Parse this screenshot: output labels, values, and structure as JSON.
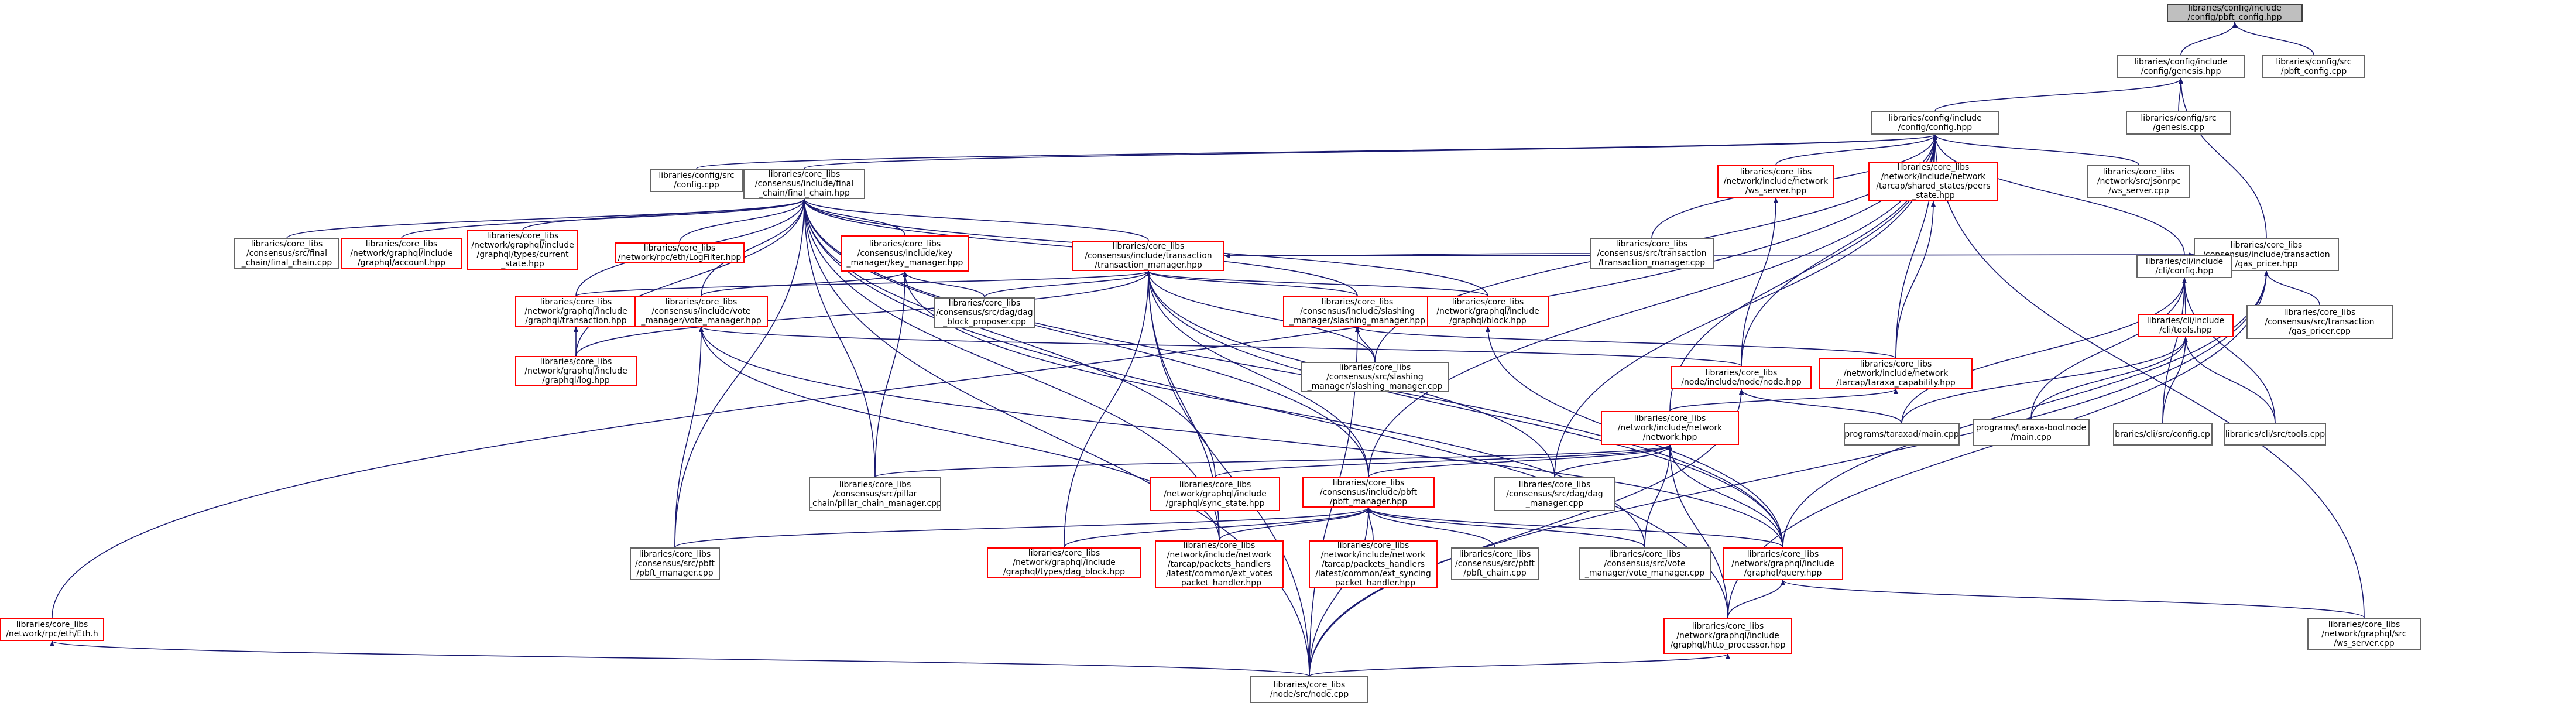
{
  "graph": {
    "edge_color": "#191970",
    "nodes": [
      {
        "id": "root",
        "lines": [
          "libraries/config/include",
          "/config/pbft_config.hpp"
        ],
        "style": "root"
      },
      {
        "id": "genesis_hpp",
        "lines": [
          "libraries/config/include",
          "/config/genesis.hpp"
        ],
        "style": "normal"
      },
      {
        "id": "pbft_config_cpp",
        "lines": [
          "libraries/config/src",
          "/pbft_config.cpp"
        ],
        "style": "normal"
      },
      {
        "id": "config_hpp",
        "lines": [
          "libraries/config/include",
          "/config/config.hpp"
        ],
        "style": "normal"
      },
      {
        "id": "genesis_cpp",
        "lines": [
          "libraries/config/src",
          "/genesis.cpp"
        ],
        "style": "normal"
      },
      {
        "id": "config_cpp",
        "lines": [
          "libraries/config/src",
          "/config.cpp"
        ],
        "style": "normal"
      },
      {
        "id": "final_chain_hpp",
        "lines": [
          "libraries/core_libs",
          "/consensus/include/final",
          "_chain/final_chain.hpp"
        ],
        "style": "normal"
      },
      {
        "id": "ws_server_hpp",
        "lines": [
          "libraries/core_libs",
          "/network/include/network",
          "/ws_server.hpp"
        ],
        "style": "red"
      },
      {
        "id": "peers_state_hpp",
        "lines": [
          "libraries/core_libs",
          "/network/include/network",
          "/tarcap/shared_states/peers",
          "_state.hpp"
        ],
        "style": "red"
      },
      {
        "id": "jsonrpc_ws_cpp",
        "lines": [
          "libraries/core_libs",
          "/network/src/jsonrpc",
          "/ws_server.cpp"
        ],
        "style": "normal"
      },
      {
        "id": "gas_pricer_hpp",
        "lines": [
          "libraries/core_libs",
          "/consensus/include/transaction",
          "/gas_pricer.hpp"
        ],
        "style": "normal"
      },
      {
        "id": "final_chain_cpp",
        "lines": [
          "libraries/core_libs",
          "/consensus/src/final",
          "_chain/final_chain.cpp"
        ],
        "style": "normal"
      },
      {
        "id": "account_hpp",
        "lines": [
          "libraries/core_libs",
          "/network/graphql/include",
          "/graphql/account.hpp"
        ],
        "style": "red"
      },
      {
        "id": "current_state_hpp",
        "lines": [
          "libraries/core_libs",
          "/network/graphql/include",
          "/graphql/types/current",
          "_state.hpp"
        ],
        "style": "red"
      },
      {
        "id": "logfilter_hpp",
        "lines": [
          "libraries/core_libs",
          "/network/rpc/eth/LogFilter.hpp"
        ],
        "style": "red"
      },
      {
        "id": "key_manager_hpp",
        "lines": [
          "libraries/core_libs",
          "/consensus/include/key",
          "_manager/key_manager.hpp"
        ],
        "style": "red"
      },
      {
        "id": "tx_manager_hpp",
        "lines": [
          "libraries/core_libs",
          "/consensus/include/transaction",
          "/transaction_manager.hpp"
        ],
        "style": "red"
      },
      {
        "id": "tx_manager_cpp",
        "lines": [
          "libraries/core_libs",
          "/consensus/src/transaction",
          "/transaction_manager.cpp"
        ],
        "style": "normal"
      },
      {
        "id": "cli_config_hpp",
        "lines": [
          "libraries/cli/include",
          "/cli/config.hpp"
        ],
        "style": "normal"
      },
      {
        "id": "gas_pricer_cpp",
        "lines": [
          "libraries/core_libs",
          "/consensus/src/transaction",
          "/gas_pricer.cpp"
        ],
        "style": "normal"
      },
      {
        "id": "graphql_tx_hpp",
        "lines": [
          "libraries/core_libs",
          "/network/graphql/include",
          "/graphql/transaction.hpp"
        ],
        "style": "red"
      },
      {
        "id": "vote_manager_hpp",
        "lines": [
          "libraries/core_libs",
          "/consensus/include/vote",
          "_manager/vote_manager.hpp"
        ],
        "style": "red"
      },
      {
        "id": "dag_block_proposer_cpp",
        "lines": [
          "libraries/core_libs",
          "/consensus/src/dag/dag",
          "_block_proposer.cpp"
        ],
        "style": "normal"
      },
      {
        "id": "slashing_manager_hpp",
        "lines": [
          "libraries/core_libs",
          "/consensus/include/slashing",
          "_manager/slashing_manager.hpp"
        ],
        "style": "red"
      },
      {
        "id": "graphql_block_hpp",
        "lines": [
          "libraries/core_libs",
          "/network/graphql/include",
          "/graphql/block.hpp"
        ],
        "style": "red"
      },
      {
        "id": "cli_tools_hpp",
        "lines": [
          "libraries/cli/include",
          "/cli/tools.hpp"
        ],
        "style": "red"
      },
      {
        "id": "graphql_log_hpp",
        "lines": [
          "libraries/core_libs",
          "/network/graphql/include",
          "/graphql/log.hpp"
        ],
        "style": "red"
      },
      {
        "id": "slashing_manager_cpp",
        "lines": [
          "libraries/core_libs",
          "/consensus/src/slashing",
          "_manager/slashing_manager.cpp"
        ],
        "style": "normal"
      },
      {
        "id": "node_hpp",
        "lines": [
          "libraries/core_libs",
          "/node/include/node/node.hpp"
        ],
        "style": "red"
      },
      {
        "id": "taraxa_capability_hpp",
        "lines": [
          "libraries/core_libs",
          "/network/include/network",
          "/tarcap/taraxa_capability.hpp"
        ],
        "style": "red"
      },
      {
        "id": "taraxad_main_cpp",
        "lines": [
          "programs/taraxad/main.cpp"
        ],
        "style": "normal"
      },
      {
        "id": "bootnode_main_cpp",
        "lines": [
          "programs/taraxa-bootnode",
          "/main.cpp"
        ],
        "style": "normal"
      },
      {
        "id": "cli_config_cpp",
        "lines": [
          "libraries/cli/src/config.cpp"
        ],
        "style": "normal"
      },
      {
        "id": "cli_tools_cpp",
        "lines": [
          "libraries/cli/src/tools.cpp"
        ],
        "style": "normal"
      },
      {
        "id": "network_hpp",
        "lines": [
          "libraries/core_libs",
          "/network/include/network",
          "/network.hpp"
        ],
        "style": "red"
      },
      {
        "id": "pillar_chain_manager_cpp",
        "lines": [
          "libraries/core_libs",
          "/consensus/src/pillar",
          "_chain/pillar_chain_manager.cpp"
        ],
        "style": "normal"
      },
      {
        "id": "sync_state_hpp",
        "lines": [
          "libraries/core_libs",
          "/network/graphql/include",
          "/graphql/sync_state.hpp"
        ],
        "style": "red"
      },
      {
        "id": "pbft_manager_hpp",
        "lines": [
          "libraries/core_libs",
          "/consensus/include/pbft",
          "/pbft_manager.hpp"
        ],
        "style": "red"
      },
      {
        "id": "dag_manager_cpp",
        "lines": [
          "libraries/core_libs",
          "/consensus/src/dag/dag",
          "_manager.cpp"
        ],
        "style": "normal"
      },
      {
        "id": "eth_face_h",
        "lines": [
          "libraries/core_libs",
          "/network/rpc/eth/Eth.h"
        ],
        "style": "red"
      },
      {
        "id": "pbft_manager_cpp",
        "lines": [
          "libraries/core_libs",
          "/consensus/src/pbft",
          "/pbft_manager.cpp"
        ],
        "style": "normal"
      },
      {
        "id": "dag_block_hpp",
        "lines": [
          "libraries/core_libs",
          "/network/graphql/include",
          "/graphql/types/dag_block.hpp"
        ],
        "style": "red"
      },
      {
        "id": "ext_votes_handler_hpp",
        "lines": [
          "libraries/core_libs",
          "/network/include/network",
          "/tarcap/packets_handlers",
          "/latest/common/ext_votes",
          "_packet_handler.hpp"
        ],
        "style": "red"
      },
      {
        "id": "ext_syncing_handler_hpp",
        "lines": [
          "libraries/core_libs",
          "/network/include/network",
          "/tarcap/packets_handlers",
          "/latest/common/ext_syncing",
          "_packet_handler.hpp"
        ],
        "style": "red"
      },
      {
        "id": "pbft_chain_cpp",
        "lines": [
          "libraries/core_libs",
          "/consensus/src/pbft",
          "/pbft_chain.cpp"
        ],
        "style": "normal"
      },
      {
        "id": "vote_manager_cpp",
        "lines": [
          "libraries/core_libs",
          "/consensus/src/vote",
          "_manager/vote_manager.cpp"
        ],
        "style": "normal"
      },
      {
        "id": "graphql_query_hpp",
        "lines": [
          "libraries/core_libs",
          "/network/graphql/include",
          "/graphql/query.hpp"
        ],
        "style": "red"
      },
      {
        "id": "graphql_ws_cpp",
        "lines": [
          "libraries/core_libs",
          "/network/graphql/src",
          "/ws_server.cpp"
        ],
        "style": "normal"
      },
      {
        "id": "http_processor_hpp",
        "lines": [
          "libraries/core_libs",
          "/network/graphql/include",
          "/graphql/http_processor.hpp"
        ],
        "style": "red"
      },
      {
        "id": "node_cpp",
        "lines": [
          "libraries/core_libs",
          "/node/src/node.cpp"
        ],
        "style": "normal"
      }
    ],
    "edges": [
      [
        "genesis_hpp",
        "root"
      ],
      [
        "pbft_config_cpp",
        "root"
      ],
      [
        "config_hpp",
        "genesis_hpp"
      ],
      [
        "genesis_cpp",
        "genesis_hpp"
      ],
      [
        "gas_pricer_hpp",
        "genesis_hpp"
      ],
      [
        "config_cpp",
        "config_hpp"
      ],
      [
        "final_chain_hpp",
        "config_hpp"
      ],
      [
        "ws_server_hpp",
        "config_hpp"
      ],
      [
        "peers_state_hpp",
        "config_hpp"
      ],
      [
        "jsonrpc_ws_cpp",
        "config_hpp"
      ],
      [
        "cli_config_hpp",
        "config_hpp"
      ],
      [
        "node_hpp",
        "config_hpp"
      ],
      [
        "taraxa_capability_hpp",
        "config_hpp"
      ],
      [
        "network_hpp",
        "config_hpp"
      ],
      [
        "tx_manager_cpp",
        "config_hpp"
      ],
      [
        "pbft_manager_hpp",
        "config_hpp"
      ],
      [
        "slashing_manager_cpp",
        "config_hpp"
      ],
      [
        "graphql_ws_cpp",
        "config_hpp"
      ],
      [
        "dag_manager_cpp",
        "config_hpp"
      ],
      [
        "eth_face_h",
        "config_hpp"
      ],
      [
        "final_chain_cpp",
        "final_chain_hpp"
      ],
      [
        "account_hpp",
        "final_chain_hpp"
      ],
      [
        "current_state_hpp",
        "final_chain_hpp"
      ],
      [
        "logfilter_hpp",
        "final_chain_hpp"
      ],
      [
        "key_manager_hpp",
        "final_chain_hpp"
      ],
      [
        "tx_manager_hpp",
        "final_chain_hpp"
      ],
      [
        "graphql_tx_hpp",
        "final_chain_hpp"
      ],
      [
        "vote_manager_hpp",
        "final_chain_hpp"
      ],
      [
        "graphql_log_hpp",
        "final_chain_hpp"
      ],
      [
        "slashing_manager_hpp",
        "final_chain_hpp"
      ],
      [
        "graphql_block_hpp",
        "final_chain_hpp"
      ],
      [
        "pillar_chain_manager_cpp",
        "final_chain_hpp"
      ],
      [
        "pbft_manager_hpp",
        "final_chain_hpp"
      ],
      [
        "pbft_manager_cpp",
        "final_chain_hpp"
      ],
      [
        "node_cpp",
        "final_chain_hpp"
      ],
      [
        "ext_votes_handler_hpp",
        "final_chain_hpp"
      ],
      [
        "graphql_query_hpp",
        "final_chain_hpp"
      ],
      [
        "sync_state_hpp",
        "final_chain_hpp"
      ],
      [
        "http_processor_hpp",
        "final_chain_hpp"
      ],
      [
        "vote_manager_hpp",
        "key_manager_hpp"
      ],
      [
        "dag_block_proposer_cpp",
        "key_manager_hpp"
      ],
      [
        "pillar_chain_manager_cpp",
        "key_manager_hpp"
      ],
      [
        "vote_manager_cpp",
        "key_manager_hpp"
      ],
      [
        "graphql_tx_hpp",
        "tx_manager_hpp"
      ],
      [
        "dag_block_proposer_cpp",
        "tx_manager_hpp"
      ],
      [
        "slashing_manager_hpp",
        "tx_manager_hpp"
      ],
      [
        "graphql_block_hpp",
        "tx_manager_hpp"
      ],
      [
        "tx_manager_cpp",
        "tx_manager_hpp"
      ],
      [
        "slashing_manager_cpp",
        "tx_manager_hpp"
      ],
      [
        "graphql_log_hpp",
        "tx_manager_hpp"
      ],
      [
        "dag_block_hpp",
        "tx_manager_hpp"
      ],
      [
        "pbft_manager_hpp",
        "tx_manager_hpp"
      ],
      [
        "dag_manager_cpp",
        "tx_manager_hpp"
      ],
      [
        "ext_votes_handler_hpp",
        "tx_manager_hpp"
      ],
      [
        "node_cpp",
        "tx_manager_hpp"
      ],
      [
        "graphql_query_hpp",
        "tx_manager_hpp"
      ],
      [
        "tx_manager_hpp",
        "gas_pricer_hpp"
      ],
      [
        "gas_pricer_cpp",
        "gas_pricer_hpp"
      ],
      [
        "graphql_query_hpp",
        "gas_pricer_hpp"
      ],
      [
        "http_processor_hpp",
        "gas_pricer_hpp"
      ],
      [
        "node_cpp",
        "gas_pricer_hpp"
      ],
      [
        "graphql_log_hpp",
        "graphql_tx_hpp"
      ],
      [
        "node_hpp",
        "vote_manager_hpp"
      ],
      [
        "pbft_manager_cpp",
        "vote_manager_hpp"
      ],
      [
        "ext_votes_handler_hpp",
        "vote_manager_hpp"
      ],
      [
        "graphql_query_hpp",
        "vote_manager_hpp"
      ],
      [
        "slashing_manager_cpp",
        "slashing_manager_hpp"
      ],
      [
        "taraxa_capability_hpp",
        "slashing_manager_hpp"
      ],
      [
        "node_cpp",
        "slashing_manager_hpp"
      ],
      [
        "graphql_query_hpp",
        "graphql_block_hpp"
      ],
      [
        "taraxa_capability_hpp",
        "peers_state_hpp"
      ],
      [
        "node_hpp",
        "ws_server_hpp"
      ],
      [
        "cli_tools_hpp",
        "cli_config_hpp"
      ],
      [
        "taraxad_main_cpp",
        "cli_config_hpp"
      ],
      [
        "bootnode_main_cpp",
        "cli_config_hpp"
      ],
      [
        "cli_config_cpp",
        "cli_config_hpp"
      ],
      [
        "cli_tools_cpp",
        "cli_config_hpp"
      ],
      [
        "taraxad_main_cpp",
        "cli_tools_hpp"
      ],
      [
        "bootnode_main_cpp",
        "cli_tools_hpp"
      ],
      [
        "cli_config_cpp",
        "cli_tools_hpp"
      ],
      [
        "cli_tools_cpp",
        "cli_tools_hpp"
      ],
      [
        "taraxad_main_cpp",
        "node_hpp"
      ],
      [
        "node_cpp",
        "node_hpp"
      ],
      [
        "network_hpp",
        "taraxa_capability_hpp"
      ],
      [
        "pillar_chain_manager_cpp",
        "network_hpp"
      ],
      [
        "sync_state_hpp",
        "network_hpp"
      ],
      [
        "pbft_manager_hpp",
        "network_hpp"
      ],
      [
        "dag_manager_cpp",
        "network_hpp"
      ],
      [
        "vote_manager_cpp",
        "network_hpp"
      ],
      [
        "graphql_query_hpp",
        "network_hpp"
      ],
      [
        "http_processor_hpp",
        "network_hpp"
      ],
      [
        "pbft_manager_cpp",
        "pbft_manager_hpp"
      ],
      [
        "dag_block_hpp",
        "pbft_manager_hpp"
      ],
      [
        "ext_votes_handler_hpp",
        "pbft_manager_hpp"
      ],
      [
        "ext_syncing_handler_hpp",
        "pbft_manager_hpp"
      ],
      [
        "pbft_chain_cpp",
        "pbft_manager_hpp"
      ],
      [
        "vote_manager_cpp",
        "pbft_manager_hpp"
      ],
      [
        "graphql_query_hpp",
        "pbft_manager_hpp"
      ],
      [
        "node_cpp",
        "pbft_manager_hpp"
      ],
      [
        "http_processor_hpp",
        "graphql_query_hpp"
      ],
      [
        "graphql_ws_cpp",
        "graphql_query_hpp"
      ],
      [
        "node_cpp",
        "http_processor_hpp"
      ],
      [
        "node_cpp",
        "eth_face_h"
      ]
    ]
  }
}
